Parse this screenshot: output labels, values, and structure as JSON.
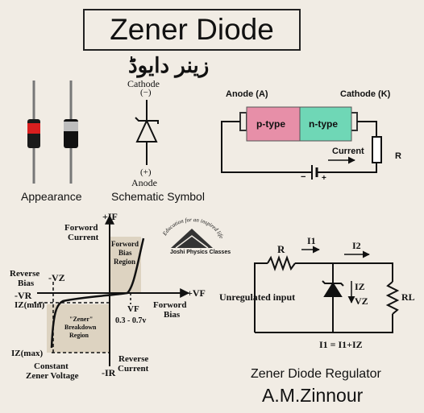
{
  "title": "Zener Diode",
  "subtitle_urdu": "زینر دایوڈ",
  "appearance": {
    "label": "Appearance"
  },
  "schematic": {
    "label": "Schematic Symbol",
    "cathode": "Cathode",
    "cathode_sign": "(−)",
    "anode": "Anode",
    "anode_sign": "(+)"
  },
  "pn": {
    "anode_label": "Anode (A)",
    "cathode_label": "Cathode (K)",
    "p_label": "p-type",
    "n_label": "n-type",
    "current_label": "Current",
    "resistor_label": "R",
    "battery_minus": "−",
    "battery_plus": "+"
  },
  "colors": {
    "p_type": "#e78fa8",
    "n_type": "#6fd7b6",
    "band_red": "#d91f1f",
    "body_black": "#111111"
  },
  "vi_curve": {
    "forward_current": [
      "+IF",
      "Forword",
      "Current"
    ],
    "forward_bias_region": [
      "Forword",
      "Bias",
      "Region"
    ],
    "reverse_bias": [
      "Reverse",
      "Bias"
    ],
    "vz": "-VZ",
    "vr": "-VR",
    "iz_min": "IZ(min)",
    "vf_axis": "+VF",
    "forward_bias": [
      "Forword",
      "Bias"
    ],
    "vf": "VF",
    "vf_range": "0.3 - 0.7v",
    "zener_breakdown": [
      "\"Zener\"",
      "Breakdown",
      "Region"
    ],
    "iz_max": "IZ(max)",
    "constant_zener_voltage": [
      "Constant",
      "Zener Voltage"
    ],
    "ir": "-IR",
    "reverse_current": [
      "Reverse",
      "Current"
    ]
  },
  "logo": {
    "arc_text": "Education for an inspired life",
    "name": "Joshi Physics Classes"
  },
  "regulator": {
    "r_label": "R",
    "i1": "I1",
    "i2": "I2",
    "unregulated_input": "Unregulated input",
    "iz": "IZ",
    "vz": "VZ",
    "rl": "RL",
    "equation": "I1 = I1+IZ",
    "caption": "Zener Diode Regulator"
  },
  "author": "A.M.Zinnour"
}
